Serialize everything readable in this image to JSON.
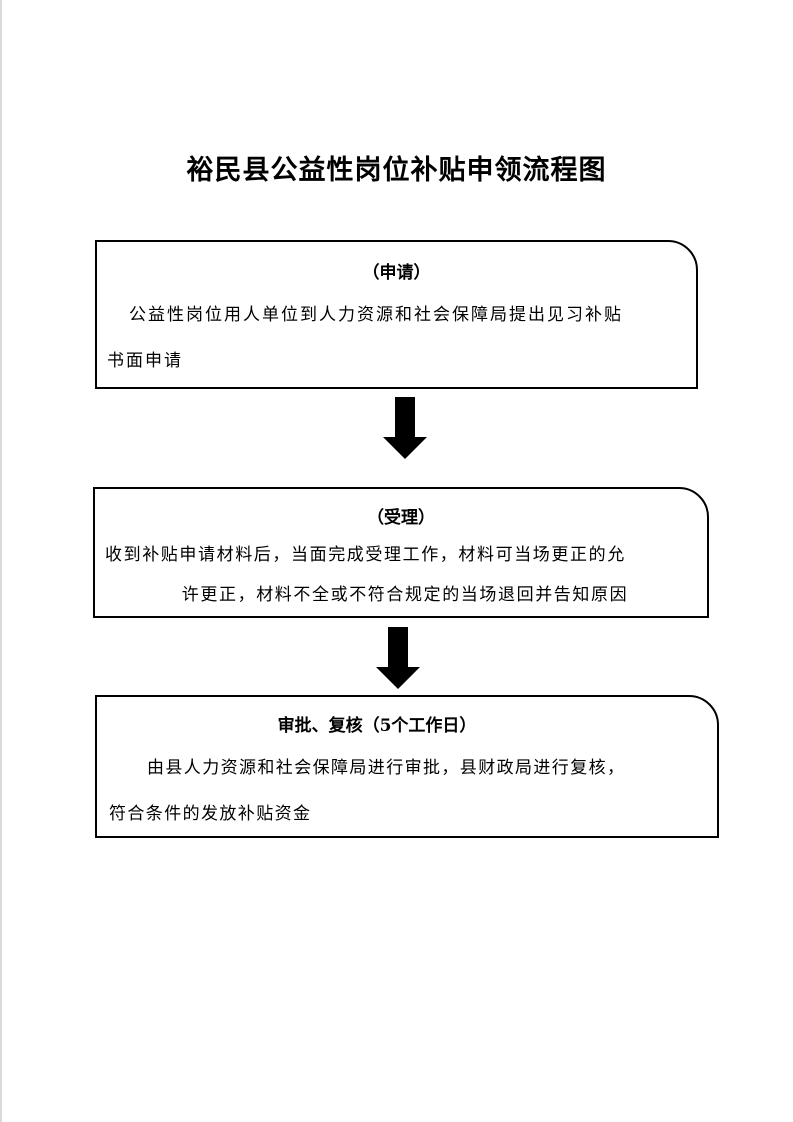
{
  "title": "裕民县公益性岗位补贴申领流程图",
  "steps": [
    {
      "heading": "（申请）",
      "lines": [
        "公益性岗位用人单位到人力资源和社会保障局提出见习补贴",
        "书面申请"
      ]
    },
    {
      "heading": "（受理）",
      "lines": [
        "收到补贴申请材料后，当面完成受理工作，材料可当场更正的允",
        "许更正，材料不全或不符合规定的当场退回并告知原因"
      ]
    },
    {
      "heading": "审批、复核（5个工作日）",
      "lines": [
        "由县人力资源和社会保障局进行审批，县财政局进行复核，",
        "符合条件的发放补贴资金"
      ]
    }
  ],
  "colors": {
    "border": "#000000",
    "arrow": "#000000",
    "background": "#ffffff"
  }
}
